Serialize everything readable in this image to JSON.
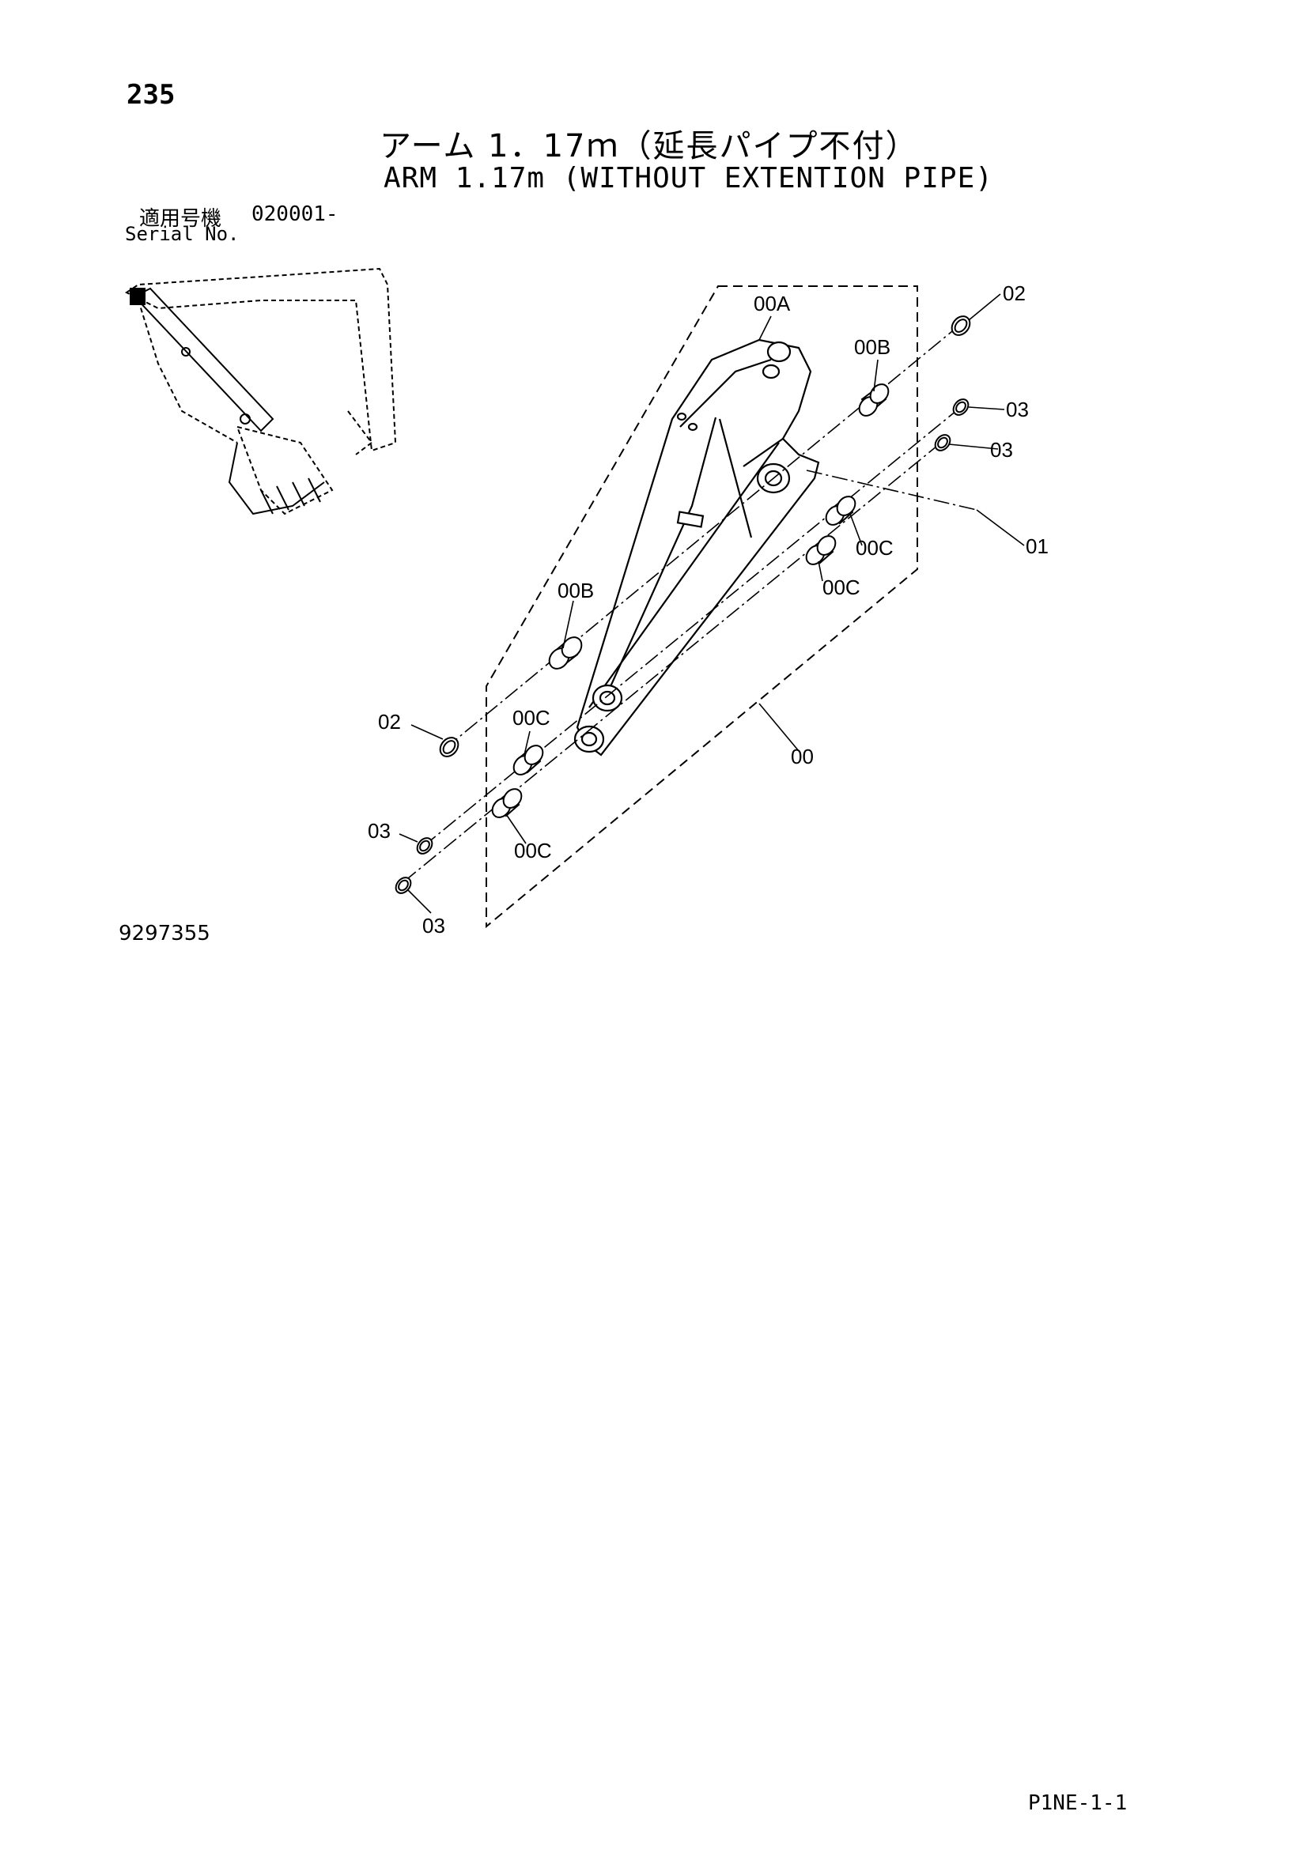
{
  "header": {
    "page_number": "235",
    "title_jp": "アーム 1．17ｍ（延長パイプ不付）",
    "title_en": "ARM 1.17m (WITHOUT EXTENTION PIPE)"
  },
  "serial": {
    "label_jp": "適用号機",
    "value": "020001-",
    "label_en": "Serial No."
  },
  "callouts": [
    {
      "label": "02"
    },
    {
      "label": "00A"
    },
    {
      "label": "00B"
    },
    {
      "label": "03"
    },
    {
      "label": "03"
    },
    {
      "label": "01"
    },
    {
      "label": "00C"
    },
    {
      "label": "00C"
    },
    {
      "label": "00B"
    },
    {
      "label": "02"
    },
    {
      "label": "00C"
    },
    {
      "label": "00"
    },
    {
      "label": "03"
    },
    {
      "label": "00C"
    },
    {
      "label": "03"
    }
  ],
  "footer": {
    "figure_number": "9297355",
    "page_code": "P1NE-1-1"
  }
}
